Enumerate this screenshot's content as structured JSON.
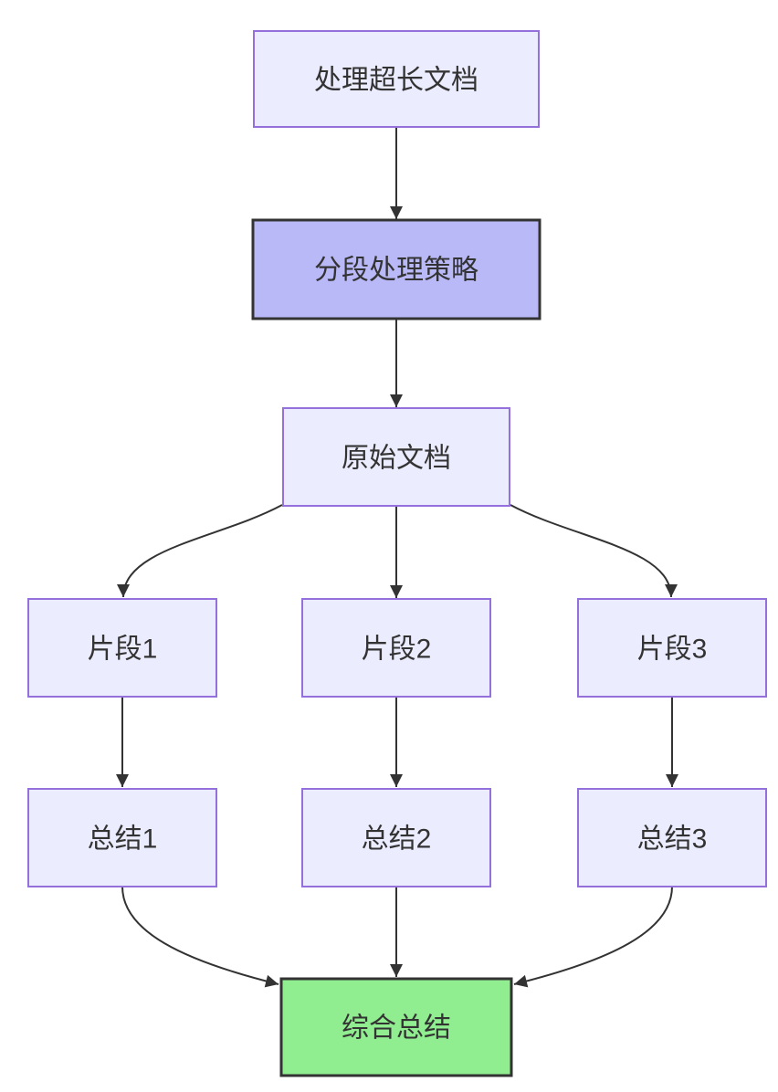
{
  "diagram": {
    "type": "flowchart",
    "direction": "top-down",
    "nodes": [
      {
        "label": "处理超长文档",
        "style": "default"
      },
      {
        "label": "分段处理策略",
        "style": "strategy"
      },
      {
        "label": "原始文档",
        "style": "default"
      },
      {
        "label": "片段1",
        "style": "default"
      },
      {
        "label": "片段2",
        "style": "default"
      },
      {
        "label": "片段3",
        "style": "default"
      },
      {
        "label": "总结1",
        "style": "default"
      },
      {
        "label": "总结2",
        "style": "default"
      },
      {
        "label": "总结3",
        "style": "default"
      },
      {
        "label": "综合总结",
        "style": "result"
      }
    ],
    "edges": [
      {
        "from": 0,
        "to": 1
      },
      {
        "from": 1,
        "to": 2
      },
      {
        "from": 2,
        "to": 3
      },
      {
        "from": 2,
        "to": 4
      },
      {
        "from": 2,
        "to": 5
      },
      {
        "from": 3,
        "to": 6
      },
      {
        "from": 4,
        "to": 7
      },
      {
        "from": 5,
        "to": 8
      },
      {
        "from": 6,
        "to": 9
      },
      {
        "from": 7,
        "to": 9
      },
      {
        "from": 8,
        "to": 9
      }
    ],
    "colors": {
      "node_fill": "#ECECFF",
      "node_stroke": "#9370DB",
      "strategy_fill": "#B9B9F8",
      "strategy_stroke": "#333333",
      "result_fill": "#90EE90",
      "result_stroke": "#333333",
      "edge_color": "#333333",
      "text_color": "#333333",
      "background": "#FFFFFF"
    }
  }
}
